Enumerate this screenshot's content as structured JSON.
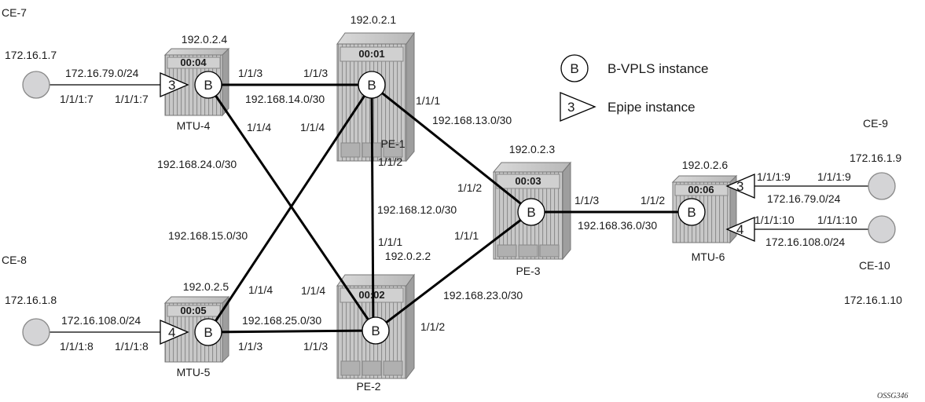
{
  "legend": {
    "bvpls_symbol": "B",
    "bvpls_label": "B-VPLS instance",
    "epipe_symbol": "3",
    "epipe_label": "Epipe instance"
  },
  "routers": {
    "pe1": {
      "name": "PE-1",
      "system_ip": "192.0.2.1",
      "node_id": "00:01"
    },
    "pe2": {
      "name": "PE-2",
      "system_ip": "192.0.2.2",
      "node_id": "00:02"
    },
    "pe3": {
      "name": "PE-3",
      "system_ip": "192.0.2.3",
      "node_id": "00:03"
    },
    "mtu4": {
      "name": "MTU-4",
      "system_ip": "192.0.2.4",
      "node_id": "00:04"
    },
    "mtu5": {
      "name": "MTU-5",
      "system_ip": "192.0.2.5",
      "node_id": "00:05"
    },
    "mtu6": {
      "name": "MTU-6",
      "system_ip": "192.0.2.6",
      "node_id": "00:06"
    }
  },
  "bvpls_symbol": "B",
  "epipes": {
    "mtu4": "3",
    "mtu5": "4",
    "mtu6_top": "3",
    "mtu6_bottom": "4"
  },
  "ces": {
    "ce7": {
      "name": "CE-7",
      "ip": "172.16.1.7"
    },
    "ce8": {
      "name": "CE-8",
      "ip": "172.16.1.8"
    },
    "ce9": {
      "name": "CE-9",
      "ip": "172.16.1.9"
    },
    "ce10": {
      "name": "CE-10",
      "ip": "172.16.1.10"
    }
  },
  "links": {
    "mtu4_pe1": {
      "subnet": "192.168.14.0/30",
      "port_a": "1/1/3",
      "port_b": "1/1/3"
    },
    "mtu4_pe2": {
      "subnet": "192.168.24.0/30",
      "port_a": "1/1/4",
      "port_b": "1/1/4"
    },
    "mtu5_pe1": {
      "subnet": "192.168.15.0/30",
      "port_a": "1/1/4",
      "port_b": "1/1/4"
    },
    "mtu5_pe2": {
      "subnet": "192.168.25.0/30",
      "port_a": "1/1/3",
      "port_b": "1/1/3"
    },
    "pe1_pe2": {
      "subnet": "192.168.12.0/30",
      "port_a": "1/1/2",
      "port_b": "1/1/1"
    },
    "pe1_pe3": {
      "subnet": "192.168.13.0/30",
      "port_a": "1/1/1",
      "port_b": "1/1/2"
    },
    "pe2_pe3": {
      "subnet": "192.168.23.0/30",
      "port_a": "1/1/2",
      "port_b": "1/1/1"
    },
    "pe3_mtu6": {
      "subnet": "192.168.36.0/30",
      "port_a": "1/1/3",
      "port_b": "1/1/2"
    }
  },
  "access": {
    "ce7": {
      "subnet": "172.16.79.0/24",
      "ce_port": "1/1/1:7",
      "mtu_port": "1/1/1:7"
    },
    "ce8": {
      "subnet": "172.16.108.0/24",
      "ce_port": "1/1/1:8",
      "mtu_port": "1/1/1:8"
    },
    "ce9": {
      "subnet": "172.16.79.0/24",
      "mtu_port": "1/1/1:9",
      "ce_port": "1/1/1:9"
    },
    "ce10": {
      "subnet": "172.16.108.0/24",
      "mtu_port": "1/1/1:10",
      "ce_port": "1/1/1:10"
    }
  },
  "figure_id": "OSSG346",
  "colors": {
    "ce_fill": "#d4d4d6",
    "chassis": "#c4c4c4",
    "chassis_dark": "#8a8a8a",
    "line": "#000000"
  }
}
